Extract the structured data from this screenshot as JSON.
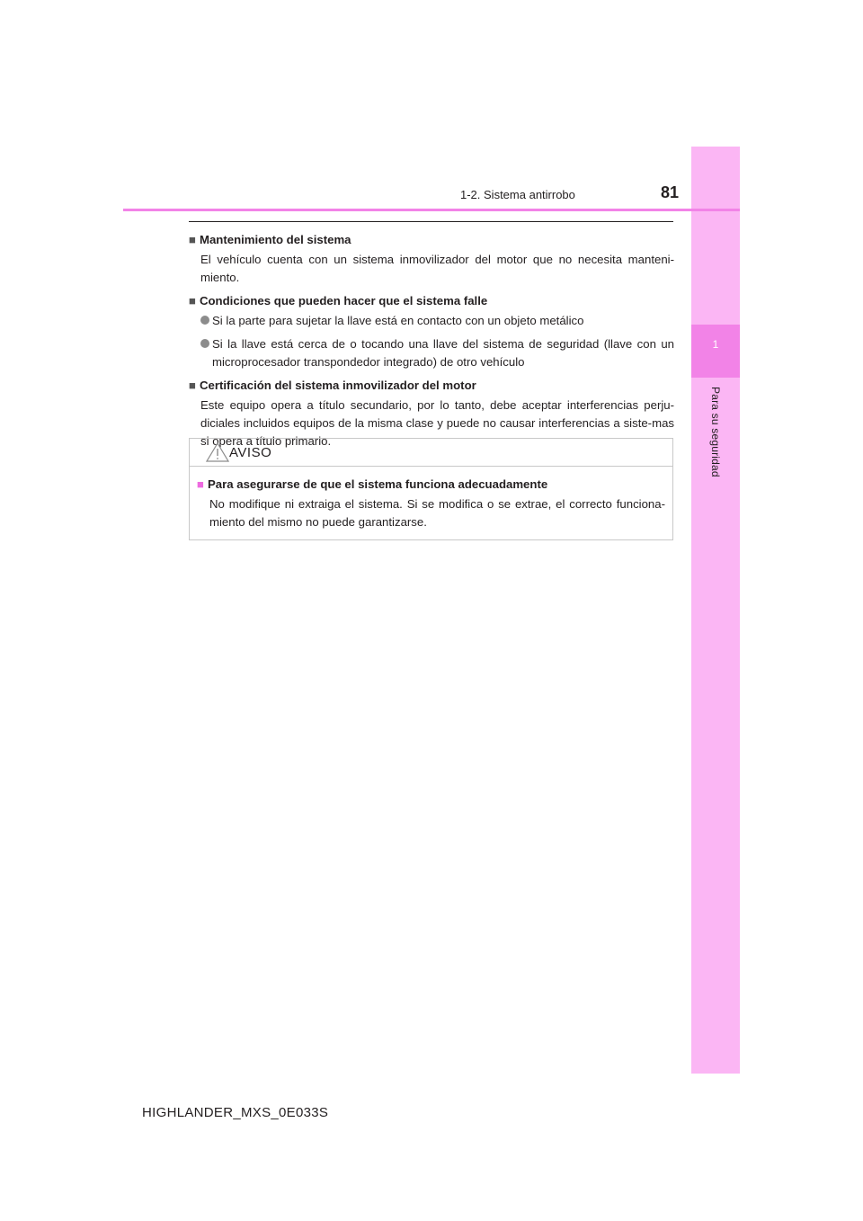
{
  "header": {
    "section": "1-2. Sistema antirrobo",
    "page_number": "81"
  },
  "side_tab": {
    "chapter_number": "1",
    "label": "Para su seguridad"
  },
  "sections": [
    {
      "marker": "■",
      "title": "Mantenimiento del sistema",
      "text": "El vehículo cuenta con un sistema inmovilizador del motor que no necesita manteni-miento."
    },
    {
      "marker": "■",
      "title": "Condiciones que pueden hacer que el sistema falle",
      "bullets": [
        "Si la parte para sujetar la llave está en contacto con un objeto metálico",
        "Si la llave está cerca de o tocando una llave del sistema de seguridad (llave con un microprocesador transpondedor integrado) de otro vehículo"
      ]
    },
    {
      "marker": "■",
      "title": "Certificación del sistema inmovilizador del motor",
      "text": "Este equipo opera a título secundario, por lo tanto, debe aceptar interferencias perju-diciales incluidos equipos de la misma clase y puede no causar interferencias a siste-mas si opera a título primario."
    }
  ],
  "warning": {
    "icon": "warning-triangle-icon",
    "title": "AVISO",
    "heading_marker": "■",
    "heading": "Para asegurarse de que el sistema funciona adecuadamente",
    "text": "No modifique ni extraiga el sistema. Si se modifica o se extrae, el correcto funciona-miento del mismo no puede garantizarse."
  },
  "footer": {
    "doc_code": "HIGHLANDER_MXS_0E033S"
  },
  "colors": {
    "accent": "#f283e7",
    "tab_background": "#fbb6f4",
    "text": "#231f20"
  }
}
